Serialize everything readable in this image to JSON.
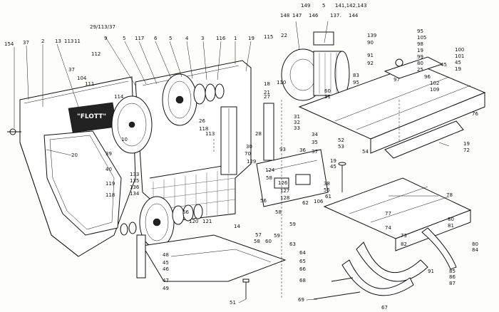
{
  "badge": "\"FLOTT\"",
  "callouts": [
    {
      "id": "c-154",
      "text": "154"
    },
    {
      "id": "c-37a",
      "text": "37"
    },
    {
      "id": "c-2",
      "text": "2"
    },
    {
      "id": "c-13",
      "text": "13"
    },
    {
      "id": "c-113",
      "text": "113"
    },
    {
      "id": "c-11",
      "text": "11"
    },
    {
      "id": "c-29",
      "text": "29/113/37"
    },
    {
      "id": "c-9",
      "text": "9"
    },
    {
      "id": "c-5a",
      "text": "5"
    },
    {
      "id": "c-117",
      "text": "117"
    },
    {
      "id": "c-6",
      "text": "6"
    },
    {
      "id": "c-5b",
      "text": "5"
    },
    {
      "id": "c-4",
      "text": "4"
    },
    {
      "id": "c-3",
      "text": "3"
    },
    {
      "id": "c-116",
      "text": "116"
    },
    {
      "id": "c-1",
      "text": "1"
    },
    {
      "id": "c-19a",
      "text": "19"
    },
    {
      "id": "c-115",
      "text": "115"
    },
    {
      "id": "c-22",
      "text": "22"
    },
    {
      "id": "c-148",
      "text": "148"
    },
    {
      "id": "c-147",
      "text": "147"
    },
    {
      "id": "c-149",
      "text": "149"
    },
    {
      "id": "c-146",
      "text": "146"
    },
    {
      "id": "c-5c",
      "text": "5"
    },
    {
      "id": "c-141",
      "text": "141,142,143"
    },
    {
      "id": "c-137",
      "text": "137."
    },
    {
      "id": "c-144",
      "text": "144"
    },
    {
      "id": "c-139",
      "text": "139"
    },
    {
      "id": "c-90",
      "text": "90"
    },
    {
      "id": "c-91",
      "text": "91"
    },
    {
      "id": "c-92",
      "text": "92"
    },
    {
      "id": "c-95a",
      "text": "95"
    },
    {
      "id": "c-105",
      "text": "105"
    },
    {
      "id": "c-98",
      "text": "98"
    },
    {
      "id": "c-19b",
      "text": "19"
    },
    {
      "id": "c-99",
      "text": "99"
    },
    {
      "id": "c-80a",
      "text": "80"
    },
    {
      "id": "c-25",
      "text": "25"
    },
    {
      "id": "c-100",
      "text": "100"
    },
    {
      "id": "c-101",
      "text": "101"
    },
    {
      "id": "c-45a",
      "text": "45"
    },
    {
      "id": "c-19c",
      "text": "19"
    },
    {
      "id": "c-112",
      "text": "112"
    },
    {
      "id": "c-37b",
      "text": "37"
    },
    {
      "id": "c-104",
      "text": "104"
    },
    {
      "id": "c-111",
      "text": "111"
    },
    {
      "id": "c-114",
      "text": "114"
    },
    {
      "id": "c-10",
      "text": "10"
    },
    {
      "id": "c-39",
      "text": "39"
    },
    {
      "id": "c-40",
      "text": "40"
    },
    {
      "id": "c-119",
      "text": "119"
    },
    {
      "id": "c-118a",
      "text": "118"
    },
    {
      "id": "c-20",
      "text": "20"
    },
    {
      "id": "c-26",
      "text": "26"
    },
    {
      "id": "c-118b",
      "text": "118"
    },
    {
      "id": "c-113b",
      "text": "113"
    },
    {
      "id": "c-28",
      "text": "28"
    },
    {
      "id": "c-27",
      "text": "27"
    },
    {
      "id": "c-18",
      "text": "18"
    },
    {
      "id": "c-21",
      "text": "21"
    },
    {
      "id": "c-110",
      "text": "110"
    },
    {
      "id": "c-60",
      "text": "60"
    },
    {
      "id": "c-31",
      "text": "31"
    },
    {
      "id": "c-83",
      "text": "83"
    },
    {
      "id": "c-95b",
      "text": "95"
    },
    {
      "id": "c-97",
      "text": "97"
    },
    {
      "id": "c-96",
      "text": "96"
    },
    {
      "id": "c-102",
      "text": "102"
    },
    {
      "id": "c-109",
      "text": "109"
    },
    {
      "id": "c-76",
      "text": "76"
    },
    {
      "id": "c-31b",
      "text": "31"
    },
    {
      "id": "c-32",
      "text": "32"
    },
    {
      "id": "c-33",
      "text": "33"
    },
    {
      "id": "c-34",
      "text": "34"
    },
    {
      "id": "c-35",
      "text": "35"
    },
    {
      "id": "c-93",
      "text": "93"
    },
    {
      "id": "c-36",
      "text": "36"
    },
    {
      "id": "c-37c",
      "text": "37"
    },
    {
      "id": "c-52",
      "text": "52"
    },
    {
      "id": "c-53",
      "text": "53"
    },
    {
      "id": "c-54",
      "text": "54"
    },
    {
      "id": "c-19d",
      "text": "19"
    },
    {
      "id": "c-72",
      "text": "72"
    },
    {
      "id": "c-30",
      "text": "30"
    },
    {
      "id": "c-70",
      "text": "70"
    },
    {
      "id": "c-129",
      "text": "129"
    },
    {
      "id": "c-19e",
      "text": "19"
    },
    {
      "id": "c-45b",
      "text": "45"
    },
    {
      "id": "c-133",
      "text": "133"
    },
    {
      "id": "c-135",
      "text": "135"
    },
    {
      "id": "c-136",
      "text": "136"
    },
    {
      "id": "c-134",
      "text": "134"
    },
    {
      "id": "c-124",
      "text": "124"
    },
    {
      "id": "c-58a",
      "text": "58"
    },
    {
      "id": "c-126",
      "text": "126"
    },
    {
      "id": "c-127",
      "text": "127"
    },
    {
      "id": "c-128",
      "text": "128"
    },
    {
      "id": "c-38",
      "text": "38"
    },
    {
      "id": "c-55",
      "text": "55"
    },
    {
      "id": "c-78",
      "text": "78"
    },
    {
      "id": "c-106",
      "text": "106"
    },
    {
      "id": "c-61",
      "text": "61"
    },
    {
      "id": "c-62",
      "text": "62"
    },
    {
      "id": "c-58b",
      "text": "58"
    },
    {
      "id": "c-56",
      "text": "56"
    },
    {
      "id": "c-57",
      "text": "57"
    },
    {
      "id": "c-120",
      "text": "120"
    },
    {
      "id": "c-121",
      "text": "121"
    },
    {
      "id": "c-14",
      "text": "14"
    },
    {
      "id": "c-59a",
      "text": "59"
    },
    {
      "id": "c-59b",
      "text": "59"
    },
    {
      "id": "c-63",
      "text": "63"
    },
    {
      "id": "c-77",
      "text": "77"
    },
    {
      "id": "c-74",
      "text": "74"
    },
    {
      "id": "c-73",
      "text": "73"
    },
    {
      "id": "c-80b",
      "text": "80"
    },
    {
      "id": "c-81",
      "text": "81"
    },
    {
      "id": "c-82",
      "text": "82"
    },
    {
      "id": "c-80c",
      "text": "80"
    },
    {
      "id": "c-84",
      "text": "84"
    },
    {
      "id": "c-64",
      "text": "64"
    },
    {
      "id": "c-65",
      "text": "65"
    },
    {
      "id": "c-66",
      "text": "66"
    },
    {
      "id": "c-48",
      "text": "48"
    },
    {
      "id": "c-45c",
      "text": "45"
    },
    {
      "id": "c-46",
      "text": "46"
    },
    {
      "id": "c-47",
      "text": "47"
    },
    {
      "id": "c-49",
      "text": "49"
    },
    {
      "id": "c-68",
      "text": "68"
    },
    {
      "id": "c-85",
      "text": "85"
    },
    {
      "id": "c-86",
      "text": "86"
    },
    {
      "id": "c-87",
      "text": "87"
    },
    {
      "id": "c-91b",
      "text": "91"
    },
    {
      "id": "c-67",
      "text": "67"
    },
    {
      "id": "c-51",
      "text": "51"
    },
    {
      "id": "c-69",
      "text": "69"
    },
    {
      "id": "c-58c",
      "text": "58"
    },
    {
      "id": "c-60b",
      "text": "60"
    },
    {
      "id": "c-66b",
      "text": "66"
    },
    {
      "id": "c-45d",
      "text": "45"
    }
  ]
}
